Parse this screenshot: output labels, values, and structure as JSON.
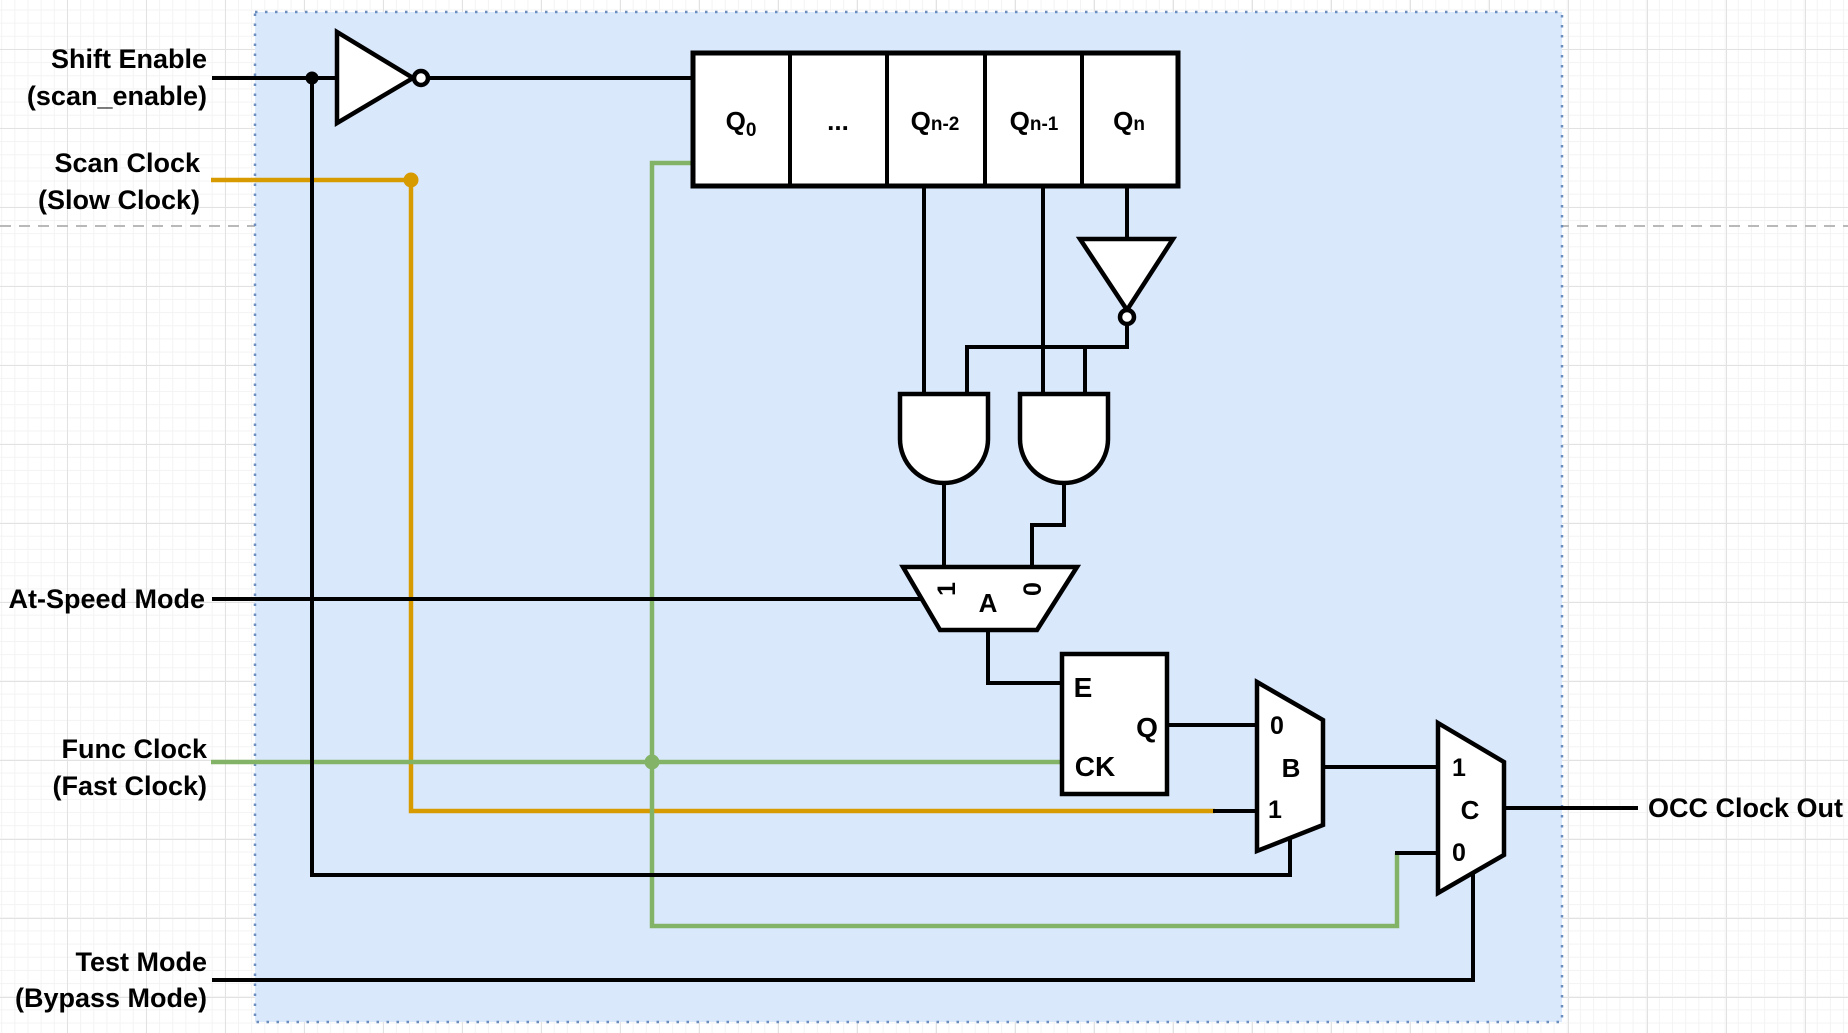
{
  "labels": {
    "shift_enable_1": "Shift Enable",
    "shift_enable_2": "(scan_enable)",
    "scan_clock_1": "Scan Clock",
    "scan_clock_2": "(Slow Clock)",
    "at_speed": "At-Speed Mode",
    "func_clock_1": "Func Clock",
    "func_clock_2": "(Fast Clock)",
    "test_mode_1": "Test Mode",
    "test_mode_2": "(Bypass Mode)",
    "occ_out": "OCC Clock Out"
  },
  "register": {
    "q0_base": "Q",
    "q0_sub": "0",
    "dots": "...",
    "qn2_base": "Q",
    "qn2_sub": "n-2",
    "qn1_base": "Q",
    "qn1_sub": "n-1",
    "qn_base": "Q",
    "qn_sub": "n"
  },
  "flipflop": {
    "enable": "E",
    "q": "Q",
    "clock": "CK"
  },
  "mux_a": {
    "name": "A",
    "in_1": "1",
    "in_0": "0"
  },
  "mux_b": {
    "name": "B",
    "in_0": "0",
    "in_1": "1"
  },
  "mux_c": {
    "name": "C",
    "in_1": "1",
    "in_0": "0"
  },
  "colors": {
    "container_fill": "#dae8fc",
    "container_border": "#6c8ebf",
    "scan_wire": "#d79b00",
    "scan_text": "#ffa64d",
    "func_wire": "#82b366",
    "func_text": "#00cc00",
    "black_wire": "#000000"
  }
}
